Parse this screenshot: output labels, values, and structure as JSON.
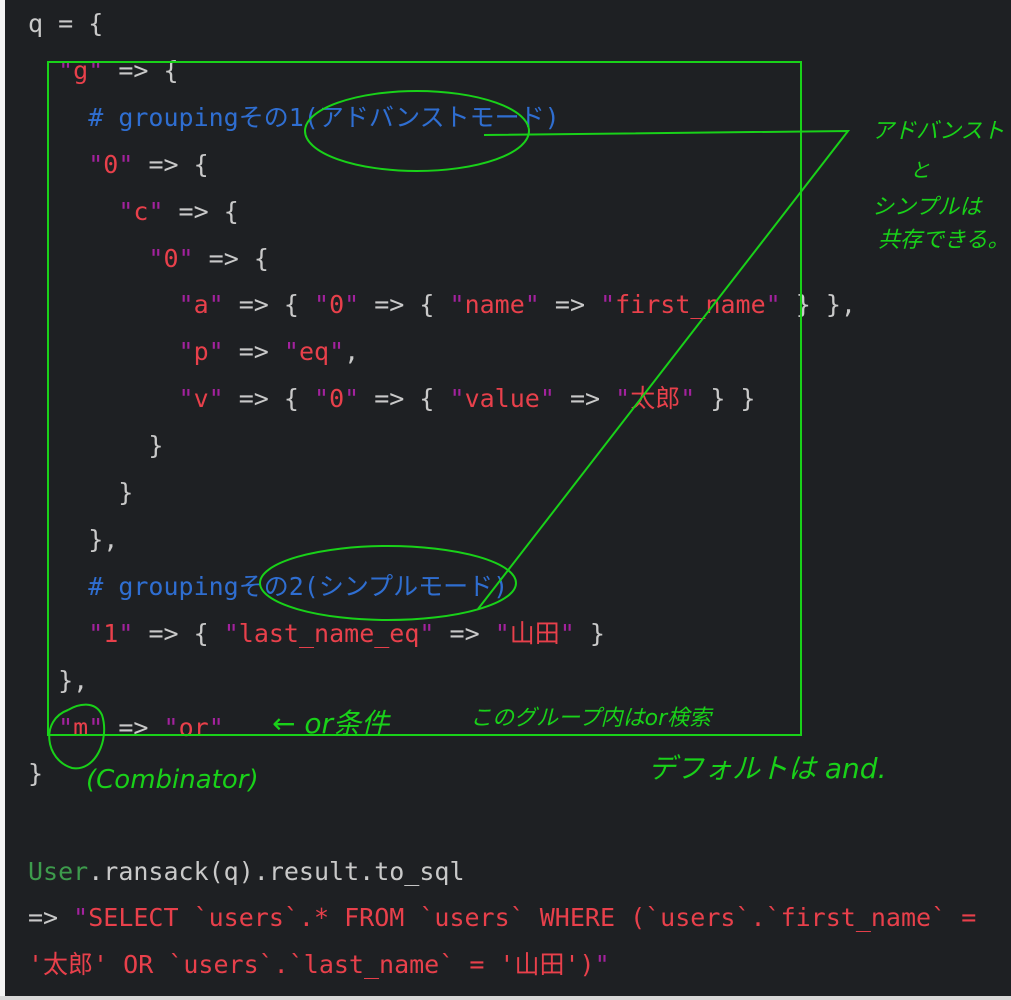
{
  "code_lines": [
    [
      [
        "p",
        "q = {"
      ]
    ],
    [
      [
        "p",
        "  "
      ],
      [
        "q",
        "\""
      ],
      [
        "s",
        "g"
      ],
      [
        "q",
        "\""
      ],
      [
        "p",
        " => {"
      ]
    ],
    [
      [
        "p",
        "    "
      ],
      [
        "c",
        "# groupingその1(アドバンストモード)"
      ]
    ],
    [
      [
        "p",
        "    "
      ],
      [
        "q",
        "\""
      ],
      [
        "s",
        "0"
      ],
      [
        "q",
        "\""
      ],
      [
        "p",
        " => {"
      ]
    ],
    [
      [
        "p",
        "      "
      ],
      [
        "q",
        "\""
      ],
      [
        "s",
        "c"
      ],
      [
        "q",
        "\""
      ],
      [
        "p",
        " => {"
      ]
    ],
    [
      [
        "p",
        "        "
      ],
      [
        "q",
        "\""
      ],
      [
        "s",
        "0"
      ],
      [
        "q",
        "\""
      ],
      [
        "p",
        " => {"
      ]
    ],
    [
      [
        "p",
        "          "
      ],
      [
        "q",
        "\""
      ],
      [
        "s",
        "a"
      ],
      [
        "q",
        "\""
      ],
      [
        "p",
        " => { "
      ],
      [
        "q",
        "\""
      ],
      [
        "s",
        "0"
      ],
      [
        "q",
        "\""
      ],
      [
        "p",
        " => { "
      ],
      [
        "q",
        "\""
      ],
      [
        "s",
        "name"
      ],
      [
        "q",
        "\""
      ],
      [
        "p",
        " => "
      ],
      [
        "q",
        "\""
      ],
      [
        "s",
        "first_name"
      ],
      [
        "q",
        "\""
      ],
      [
        "p",
        " } },"
      ]
    ],
    [
      [
        "p",
        "          "
      ],
      [
        "q",
        "\""
      ],
      [
        "s",
        "p"
      ],
      [
        "q",
        "\""
      ],
      [
        "p",
        " => "
      ],
      [
        "q",
        "\""
      ],
      [
        "s",
        "eq"
      ],
      [
        "q",
        "\""
      ],
      [
        "p",
        ","
      ]
    ],
    [
      [
        "p",
        "          "
      ],
      [
        "q",
        "\""
      ],
      [
        "s",
        "v"
      ],
      [
        "q",
        "\""
      ],
      [
        "p",
        " => { "
      ],
      [
        "q",
        "\""
      ],
      [
        "s",
        "0"
      ],
      [
        "q",
        "\""
      ],
      [
        "p",
        " => { "
      ],
      [
        "q",
        "\""
      ],
      [
        "s",
        "value"
      ],
      [
        "q",
        "\""
      ],
      [
        "p",
        " => "
      ],
      [
        "q",
        "\""
      ],
      [
        "s",
        "太郎"
      ],
      [
        "q",
        "\""
      ],
      [
        "p",
        " } }"
      ]
    ],
    [
      [
        "p",
        "        }"
      ]
    ],
    [
      [
        "p",
        "      }"
      ]
    ],
    [
      [
        "p",
        "    },"
      ]
    ],
    [
      [
        "p",
        "    "
      ],
      [
        "c",
        "# groupingその2(シンプルモード)"
      ]
    ],
    [
      [
        "p",
        "    "
      ],
      [
        "q",
        "\""
      ],
      [
        "s",
        "1"
      ],
      [
        "q",
        "\""
      ],
      [
        "p",
        " => { "
      ],
      [
        "q",
        "\""
      ],
      [
        "s",
        "last_name_eq"
      ],
      [
        "q",
        "\""
      ],
      [
        "p",
        " => "
      ],
      [
        "q",
        "\""
      ],
      [
        "s",
        "山田"
      ],
      [
        "q",
        "\""
      ],
      [
        "p",
        " }"
      ]
    ],
    [
      [
        "p",
        "  },"
      ]
    ],
    [
      [
        "p",
        "  "
      ],
      [
        "q",
        "\""
      ],
      [
        "s",
        "m"
      ],
      [
        "q",
        "\""
      ],
      [
        "p",
        " => "
      ],
      [
        "q",
        "\""
      ],
      [
        "s",
        "or"
      ],
      [
        "q",
        "\""
      ]
    ],
    [
      [
        "p",
        "}"
      ]
    ],
    [],
    [
      [
        "g",
        "User"
      ],
      [
        "p",
        ".ransack(q).result.to_sql"
      ]
    ],
    [
      [
        "p",
        "=> "
      ],
      [
        "q",
        "\""
      ],
      [
        "s",
        "SELECT `users`.* FROM `users` WHERE (`users`.`first_name` ="
      ]
    ],
    [
      [
        "s",
        "'太郎' OR `users`.`last_name` = '山田')"
      ],
      [
        "q",
        "\""
      ]
    ]
  ],
  "annotations": {
    "coexist_line1": "アドバンスト",
    "coexist_line2": "と",
    "coexist_line3": "シンプルは",
    "coexist_line4": "共存できる。",
    "or_condition": "← or条件",
    "group_or": "このグループ内はor検索",
    "default_and": "デフォルトは and.",
    "combinator": "(Combinator)"
  },
  "colors": {
    "annotation": "#19d119",
    "background": "#1e2023",
    "string": "#e8404b",
    "quote": "#a3229e",
    "comment": "#2f6ed1",
    "constant": "#3d9b4c"
  }
}
